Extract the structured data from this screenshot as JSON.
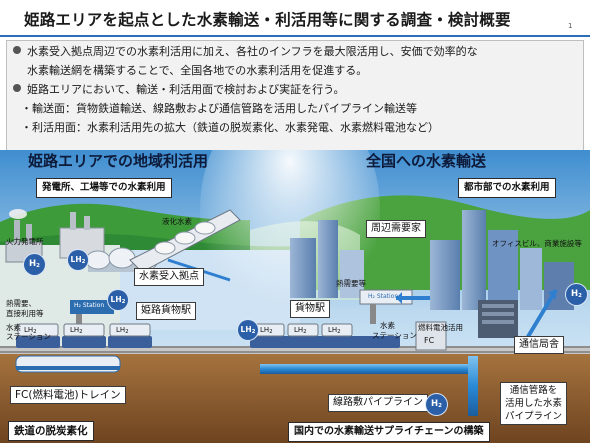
{
  "header": {
    "title": "姫路エリアを起点とした水素輸送・利活用等に関する調査・検討概要",
    "page_number": "1"
  },
  "bullets": {
    "line1": "水素受入拠点周辺での水素利活用に加え、各社のインフラを最大限活用し、安価で効率的な",
    "line2": "水素輸送網を構築することで、全国各地での水素利活用を促進する。",
    "line3": "姫路エリアにおいて、輸送・利活用面で検討および実証を行う。",
    "line4": "・輸送面：貨物鉄道輸送、線路敷および通信管路を活用したパイプライン輸送等",
    "line5": "・利活用面：水素利活用先の拡大（鉄道の脱炭素化、水素発電、水素燃料電池など）"
  },
  "diagram": {
    "left_heading": "姫路エリアでの地域利活用",
    "right_heading": "全国への水素輸送",
    "callout_power": "発電所、工場等での水素利用",
    "callout_city": "都市部での水素利用",
    "callout_rail": "鉄道の脱炭素化",
    "callout_supply": "国内での水素輸送サプライチェーンの構築",
    "label_lh2_carrier": "液化水素",
    "label_thermal_plant": "火力発電所",
    "label_receiving": "水素受入拠点",
    "label_heat_demand": "熱需要、",
    "label_direct_use": "直接利用等",
    "label_h2_station_left": "水素",
    "label_h2_station_left2": "ステーション",
    "label_himeji_station": "姫路貨物駅",
    "label_fc_train": "FC(燃料電池)トレイン",
    "label_nearby_demand": "周辺需要家",
    "label_heat_demand_right": "熱需要等",
    "label_office": "オフィスビル、商業施設等",
    "label_freight_station": "貨物駅",
    "label_h2_station_right": "水素",
    "label_h2_station_right2": "ステーション",
    "label_fuel_cell_use": "燃料電池活用",
    "label_fc": "FC",
    "label_telecom": "通信局舎",
    "label_track_pipeline": "線路敷パイプライン",
    "label_conduit1": "通信管路を",
    "label_conduit2": "活用した水素",
    "label_conduit3": "パイプライン",
    "badge_h2": "H",
    "badge_h2_sub": "2",
    "badge_lh2": "LH",
    "badge_lh2_sub": "2",
    "tank_label": "LH",
    "tank_label_sub": "2",
    "station_sign": "H₂ Station"
  },
  "colors": {
    "title_rule": "#2d6db5",
    "badge_blue": "#2b5fa8",
    "sky_top": "#3f8ed0",
    "hill_green": "#3d9b3a",
    "ground_brown": "#8a5a2e",
    "pipe_blue": "#2a8ad6",
    "arrow_blue": "#2f7fd0"
  }
}
